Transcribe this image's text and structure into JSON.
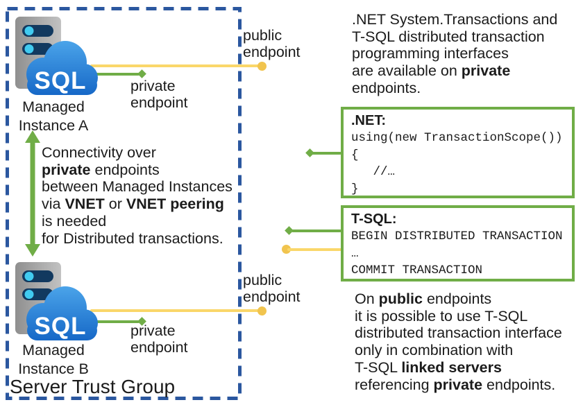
{
  "colors": {
    "trust_border_blue": "#2B579F",
    "private_green": "#70AD47",
    "public_yellow_line": "#FAD76A",
    "public_yellow_dot": "#F1C44E",
    "cloud_blue_top": "#4AA3E9",
    "cloud_blue_bottom": "#1668C7"
  },
  "trust_group": {
    "label": "Server Trust Group"
  },
  "instances": {
    "a": {
      "label": [
        "Managed",
        "Instance A"
      ],
      "logo": "SQL"
    },
    "b": {
      "label": [
        "Managed",
        "Instance B"
      ],
      "logo": "SQL"
    }
  },
  "endpoint_labels": {
    "public_a": [
      "public",
      "endpoint"
    ],
    "private_a": [
      "private",
      "endpoint"
    ],
    "public_b": [
      "public",
      "endpoint"
    ],
    "private_b": [
      "private",
      "endpoint"
    ]
  },
  "notes": {
    "connectivity": {
      "lines": [
        [
          {
            "t": "Connectivity over"
          }
        ],
        [
          {
            "t": "private",
            "b": true
          },
          {
            "t": " endpoints"
          }
        ],
        [
          {
            "t": "between Managed Instances"
          }
        ],
        [
          {
            "t": "via "
          },
          {
            "t": "VNET",
            "b": true
          },
          {
            "t": " or "
          },
          {
            "t": "VNET peering",
            "b": true
          }
        ],
        [
          {
            "t": "is needed"
          }
        ],
        [
          {
            "t": "for Distributed transactions."
          }
        ]
      ]
    },
    "private_api": {
      "lines": [
        [
          {
            "t": ".NET System.Transactions and"
          }
        ],
        [
          {
            "t": "T-SQL distributed transaction"
          }
        ],
        [
          {
            "t": "programming interfaces"
          }
        ],
        [
          {
            "t": "are available on "
          },
          {
            "t": "private",
            "b": true
          }
        ],
        [
          {
            "t": "endpoints."
          }
        ]
      ]
    },
    "public_api": {
      "lines": [
        [
          {
            "t": "On "
          },
          {
            "t": "public",
            "b": true
          },
          {
            "t": " endpoints"
          }
        ],
        [
          {
            "t": "it is possible to use T-SQL"
          }
        ],
        [
          {
            "t": "distributed transaction interface"
          }
        ],
        [
          {
            "t": "only in combination with"
          }
        ],
        [
          {
            "t": "T-SQL "
          },
          {
            "t": "linked servers",
            "b": true
          }
        ],
        [
          {
            "t": "referencing "
          },
          {
            "t": "private",
            "b": true
          },
          {
            "t": " endpoints."
          }
        ]
      ]
    }
  },
  "code_boxes": {
    "dotnet": {
      "title": ".NET:",
      "code": [
        "using(new TransactionScope())",
        "{",
        "   //…",
        "}"
      ]
    },
    "tsql": {
      "title": "T-SQL:",
      "code": [
        "BEGIN DISTRIBUTED TRANSACTION",
        "…",
        "COMMIT TRANSACTION"
      ]
    }
  }
}
